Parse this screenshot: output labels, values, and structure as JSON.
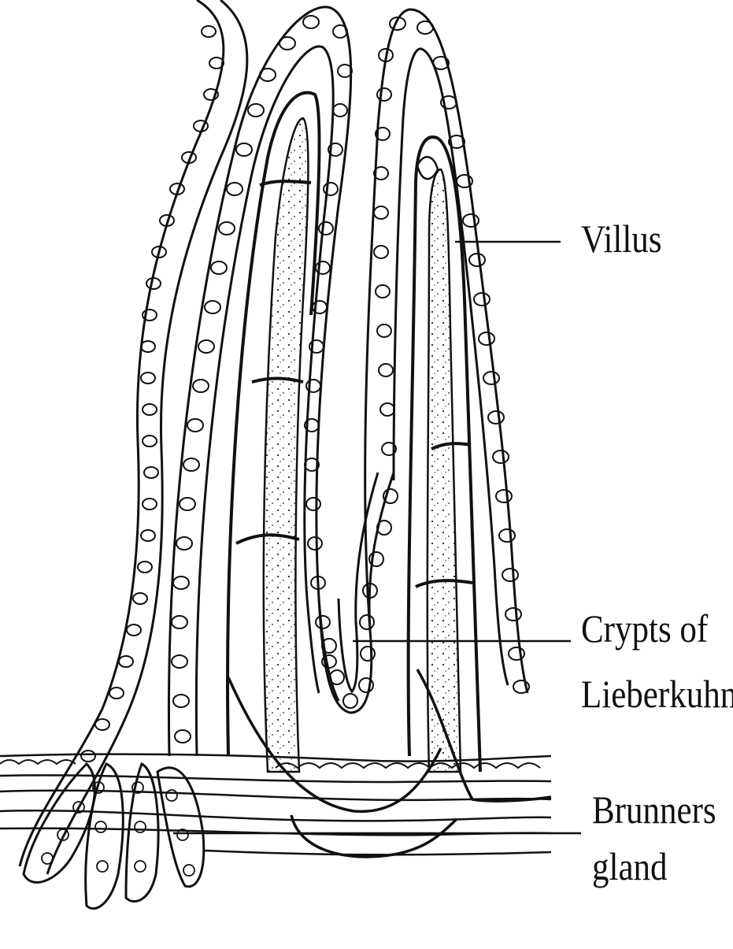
{
  "diagram": {
    "labels": {
      "villus": "Villus",
      "crypts_line1": "Crypts of",
      "crypts_line2": "Lieberkuhn",
      "brunners_line1": "Brunners",
      "brunners_line2": "gland"
    },
    "colors": {
      "ink": "#111111",
      "background": "#ffffff"
    }
  }
}
